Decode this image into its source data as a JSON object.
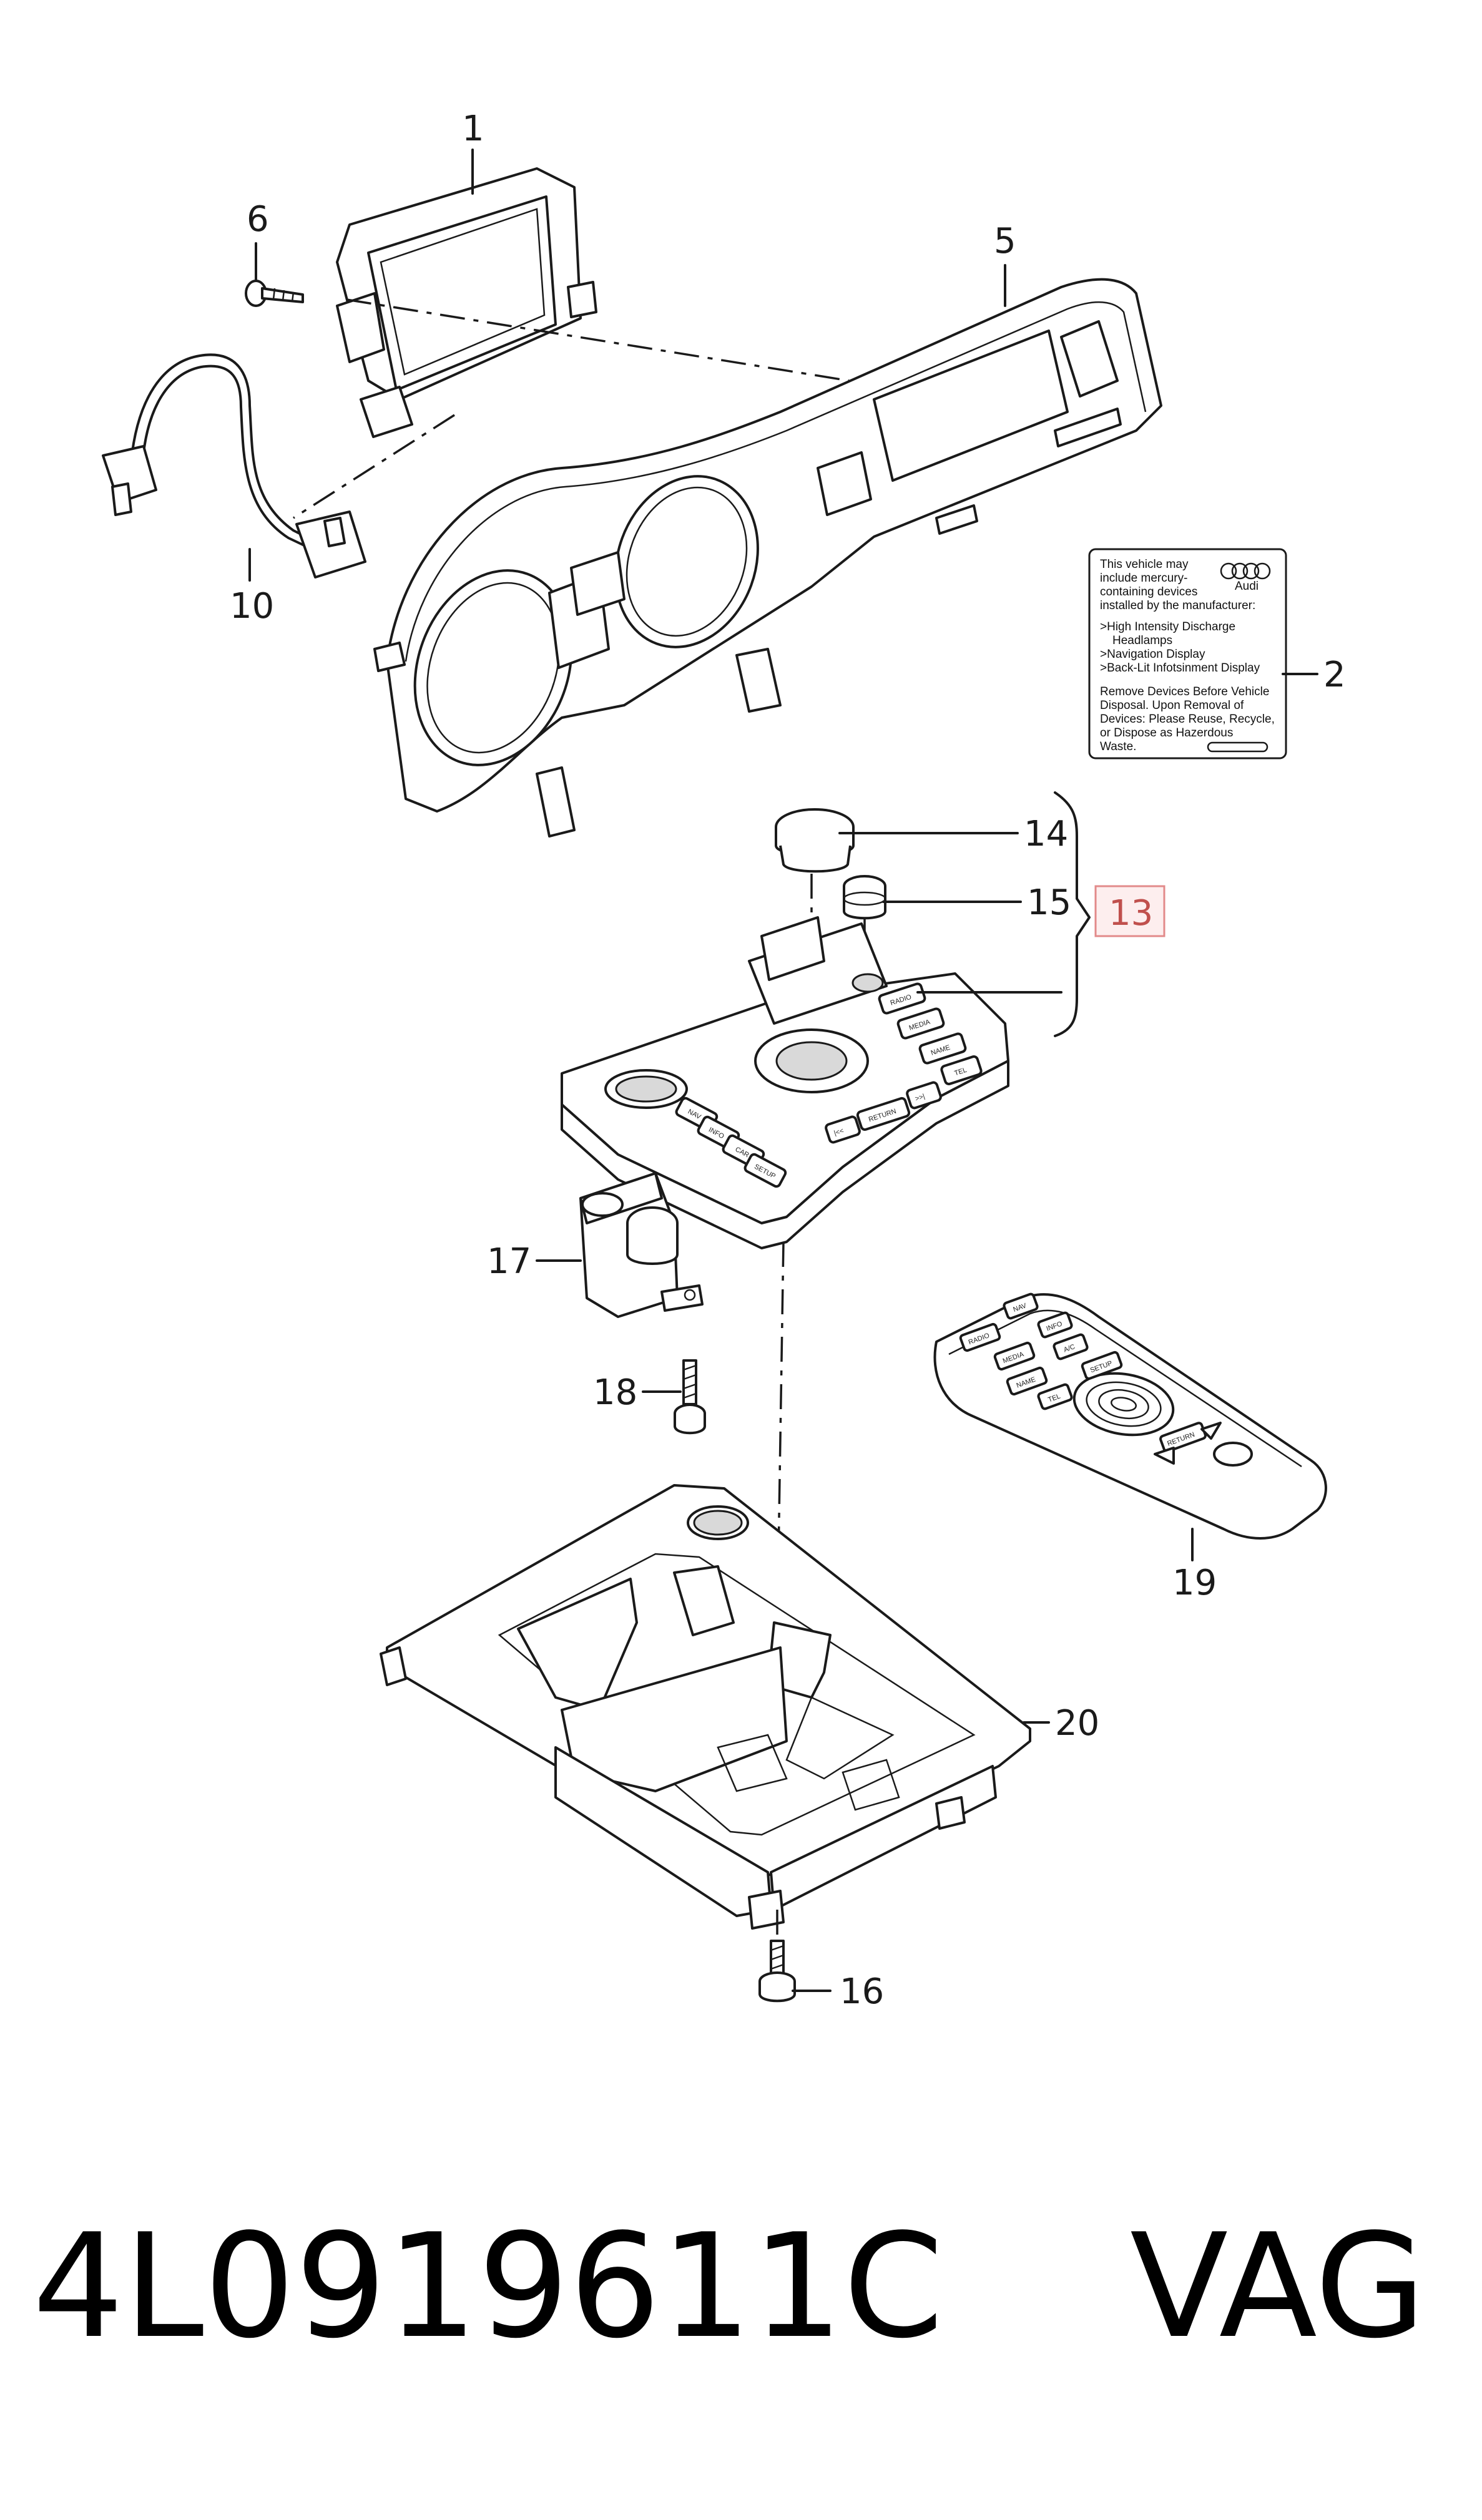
{
  "callouts": {
    "c1": "1",
    "c2": "2",
    "c5": "5",
    "c6": "6",
    "c10": "10",
    "c13": "13",
    "c14": "14",
    "c15": "15",
    "c16": "16",
    "c17": "17",
    "c18": "18",
    "c19": "19",
    "c20": "20"
  },
  "label": {
    "line1": "This vehicle may",
    "line2": "include mercury-",
    "line3": "containing devices",
    "line4": "installed by the manufacturer:",
    "bullet1": ">High Intensity Discharge",
    "bullet1b": "Headlamps",
    "bullet2": ">Navigation Display",
    "bullet3": ">Back-Lit Infotsinment Display",
    "para1": "Remove Devices Before Vehicle",
    "para2": "Disposal. Upon Removal of",
    "para3": "Devices: Please Reuse, Recycle,",
    "para4": "or Dispose as Hazerdous",
    "para5": "Waste.",
    "logo": "Audi"
  },
  "buttons": {
    "radio": "RADIO",
    "media": "MEDIA",
    "name": "NAME",
    "tel": "TEL",
    "nav": "NAV",
    "info": "INFO",
    "car": "CAR",
    "setup": "SETUP",
    "return": "RETURN",
    "skip_back": "|<<",
    "skip_fwd": ">>|"
  },
  "remote_buttons": {
    "nav": "NAV",
    "info": "INFO",
    "radio": "RADIO",
    "ac": "A/C",
    "media": "MEDIA",
    "setup": "SETUP",
    "name": "NAME",
    "tel": "TEL",
    "return": "RETURN"
  },
  "footer": {
    "part_number": "4L0919611C",
    "brand": "VAG"
  },
  "colors": {
    "line": "#1a1a1a",
    "callout13_border": "#e28a8a",
    "callout13_fill": "#fdeeee",
    "callout13_text": "#c0504d"
  }
}
